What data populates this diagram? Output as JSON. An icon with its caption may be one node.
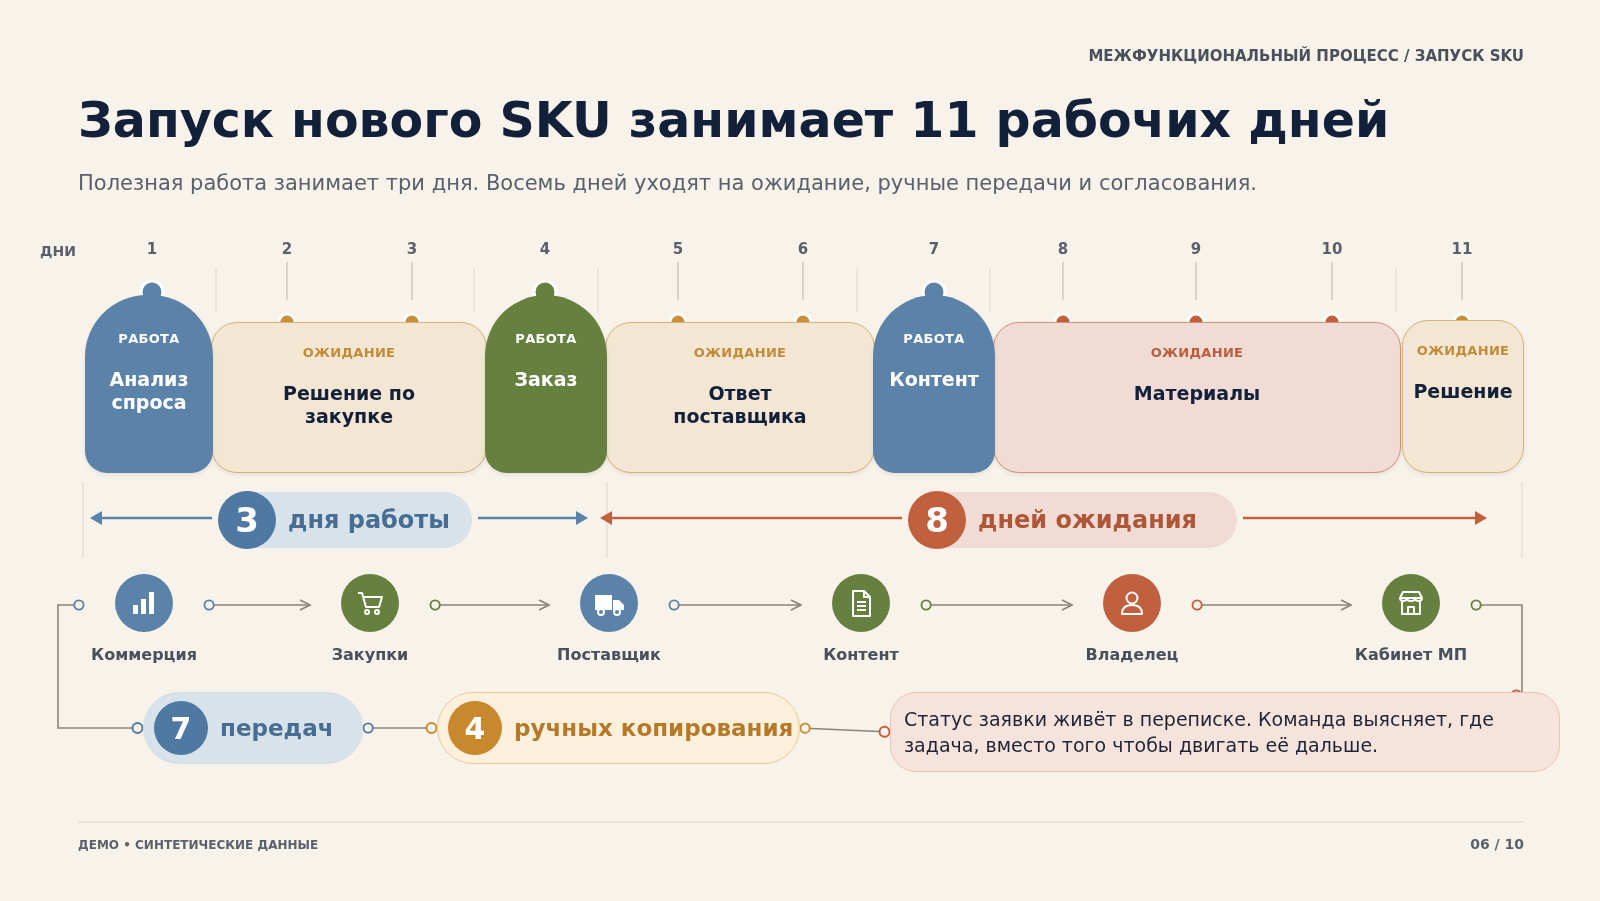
{
  "diagram": {
    "title": "Запуск нового SKU занимает 11 рабочих дней",
    "caption": "Полезная работа занимает три дня. Восемь дней уходят на ожидание, ручные передачи и согласования.",
    "nodes": [
      {
        "text": [
          "РАБОТА",
          "Анализ спроса"
        ]
      },
      {
        "text": [
          "ОЖИДАНИЕ",
          "Решение по закупке"
        ]
      },
      {
        "text": [
          "РАБОТА",
          "Заказ"
        ]
      },
      {
        "text": [
          "ОЖИДАНИЕ",
          "Ответ поставщика"
        ]
      },
      {
        "text": [
          "РАБОТА",
          "Контент"
        ]
      },
      {
        "text": [
          "ОЖИДАНИЕ",
          "Материалы"
        ]
      },
      {
        "text": [
          "ОЖИДАНИЕ",
          "Решение"
        ]
      },
      {
        "text": [
          "3",
          "дня работы"
        ]
      },
      {
        "text": [
          "8",
          "дней ожидания"
        ]
      },
      {
        "text": [
          "Коммерция"
        ]
      },
      {
        "text": [
          "Закупки"
        ]
      },
      {
        "text": [
          "Поставщик"
        ]
      },
      {
        "text": [
          "Контент"
        ]
      },
      {
        "text": [
          "Владелец"
        ]
      },
      {
        "text": [
          "Кабинет МП"
        ]
      },
      {
        "text": [
          "7",
          "передач"
        ]
      },
      {
        "text": [
          "4",
          "ручных копирования"
        ]
      },
      {
        "text": [
          "Статус заявки живёт в переписке. Команда выясняет, где задача, вместо того чтобы двигать её дальше."
        ]
      }
    ],
    "edges": [
      {
        "from": 9,
        "to": 10,
        "arrow": "to"
      },
      {
        "from": 10,
        "to": 11,
        "arrow": "to"
      },
      {
        "from": 11,
        "to": 12,
        "arrow": "to"
      },
      {
        "from": 12,
        "to": 13,
        "arrow": "to"
      },
      {
        "from": 13,
        "to": 14,
        "arrow": "to"
      },
      {
        "from": 9,
        "to": 15,
        "arrow": "other"
      },
      {
        "from": 15,
        "to": 16,
        "arrow": "other"
      },
      {
        "from": 16,
        "to": 17,
        "arrow": "other"
      },
      {
        "from": 14,
        "to": 17,
        "arrow": "other"
      }
    ],
    "labels": [
      "МЕЖФУНКЦИОНАЛЬНЫЙ ПРОЦЕСС / ЗАПУСК SKU",
      "ДНИ",
      "1",
      "2",
      "3",
      "4",
      "5",
      "6",
      "7",
      "8",
      "9",
      "10",
      "11",
      "ДЕМО • СИНТЕТИЧЕСКИЕ ДАННЫЕ",
      "06 / 10"
    ]
  }
}
